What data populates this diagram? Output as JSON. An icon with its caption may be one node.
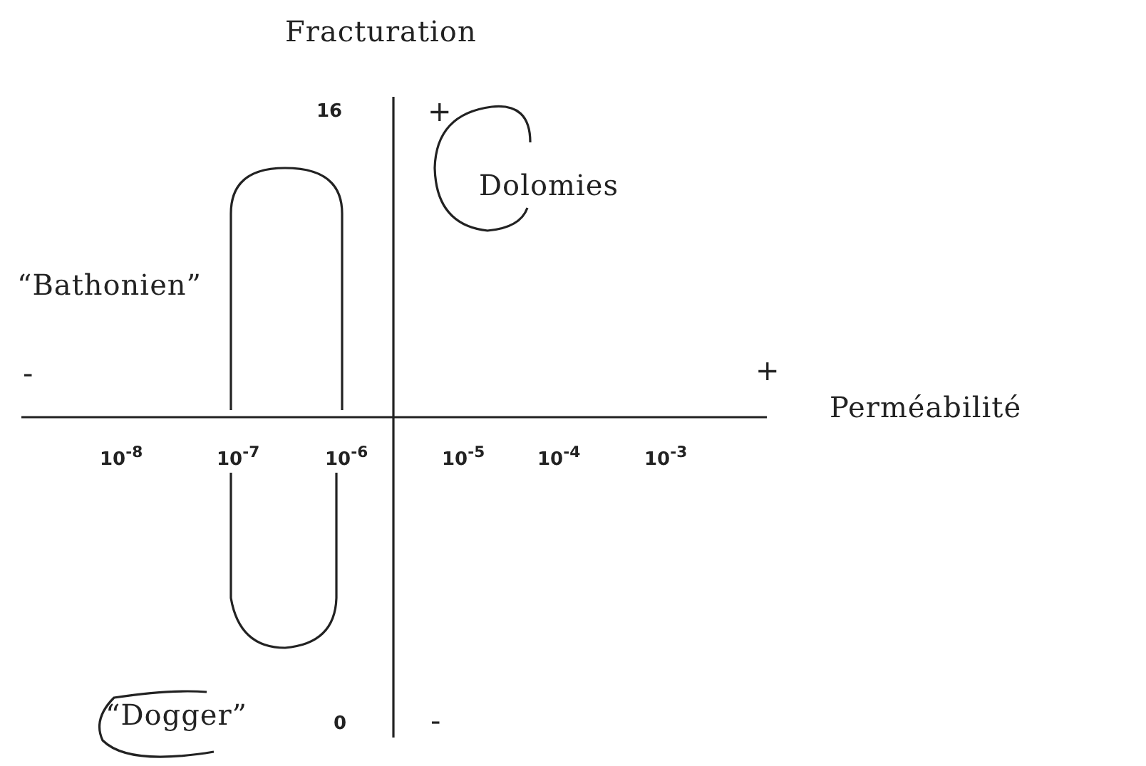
{
  "diagram": {
    "labels": [
      "Fracturation",
      "16",
      "+",
      "Dolomies",
      "“Bathonien”",
      "-",
      "+",
      "Perméabilité",
      "10$^{-8}$",
      "10$^{-7}$",
      "10$^{-6}$",
      "10$^{-5}$",
      "10$^{-4}$",
      "10$^{-3}$",
      "“Dogger”",
      "0",
      "-"
    ]
  }
}
